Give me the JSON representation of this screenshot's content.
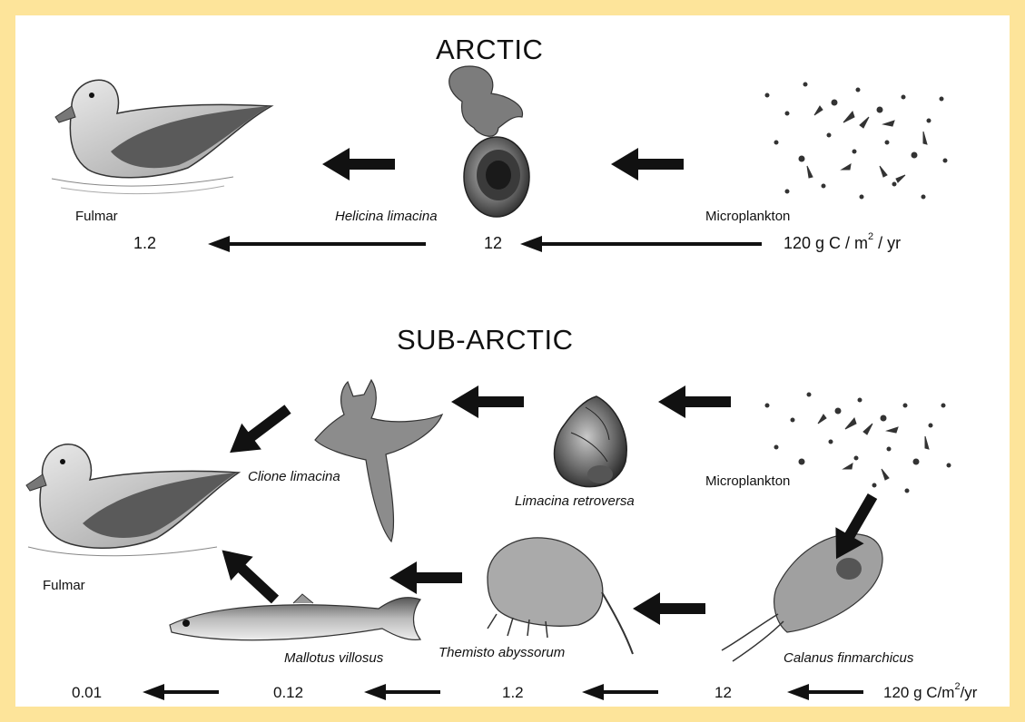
{
  "arctic": {
    "title": "ARCTIC",
    "labels": {
      "fulmar": "Fulmar",
      "helicina": "Helicina limacina",
      "microplankton": "Microplankton"
    },
    "flow_values": {
      "v1": "1.2",
      "v2": "12",
      "v3_main": "120 g C / m",
      "v3_sup": "2",
      "v3_tail": " / yr"
    }
  },
  "subarctic": {
    "title": "SUB-ARCTIC",
    "labels": {
      "fulmar": "Fulmar",
      "clione": "Clione limacina",
      "limacina": "Limacina retroversa",
      "microplankton": "Microplankton",
      "mallotus": "Mallotus villosus",
      "themisto": "Themisto abyssorum",
      "calanus": "Calanus finmarchicus"
    },
    "flow_values": {
      "v1": "0.01",
      "v2": "0.12",
      "v3": "1.2",
      "v4": "12",
      "v5_main": "120 g C/m",
      "v5_sup": "2",
      "v5_tail": "/yr"
    }
  },
  "colors": {
    "border": "#fde49a",
    "panel": "#ffffff",
    "ink": "#111111"
  },
  "icons": [
    "fulmar-icon",
    "helicina-icon",
    "microplankton-icon",
    "clione-icon",
    "limacina-icon",
    "mallotus-icon",
    "themisto-icon",
    "calanus-icon",
    "arrow-icon"
  ]
}
